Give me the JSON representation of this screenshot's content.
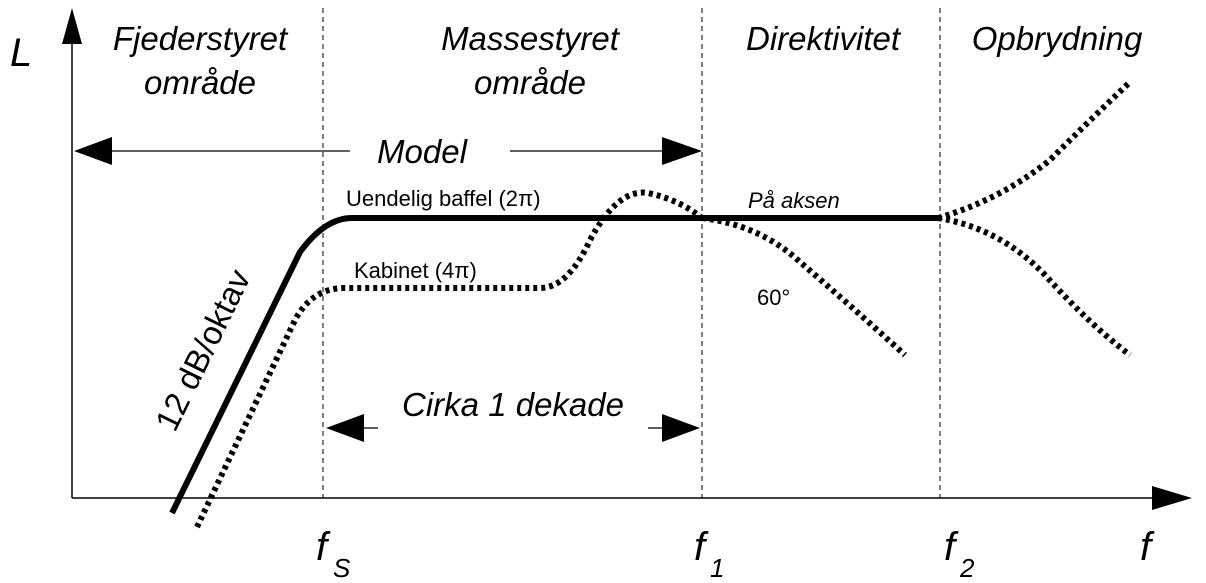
{
  "axes": {
    "y_label": "L",
    "x_label": "f",
    "ticks": [
      {
        "main": "f",
        "sub": "S"
      },
      {
        "main": "f",
        "sub": "1"
      },
      {
        "main": "f",
        "sub": "2"
      }
    ]
  },
  "regions": [
    {
      "line1": "Fjederstyret",
      "line2": "område"
    },
    {
      "line1": "Massestyret",
      "line2": "område"
    },
    {
      "line1": "Direktivitet",
      "line2": ""
    },
    {
      "line1": "Opbrydning",
      "line2": ""
    }
  ],
  "labels": {
    "model": "Model",
    "infinite_baffle": "Uendelig baffel (2π)",
    "cabinet": "Kabinet (4π)",
    "on_axis": "På aksen",
    "angle": "60°",
    "slope": "12 dB/oktav",
    "decade": "Cirka 1 dekade"
  },
  "colors": {
    "ink": "#000000",
    "background": "#ffffff"
  }
}
